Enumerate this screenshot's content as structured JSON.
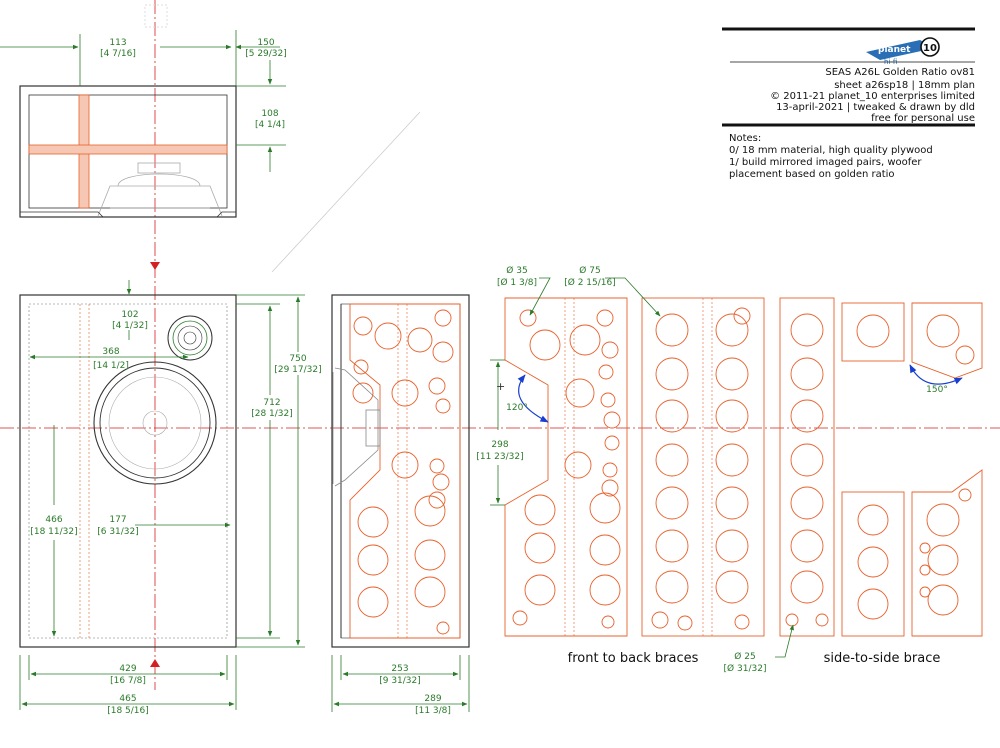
{
  "title_block": {
    "logo_top": "planet",
    "logo_num": "10",
    "logo_sub": "hi-fi",
    "line1": "SEAS A26L Golden Ratio ov81",
    "line2": "sheet a26sp18 | 18mm plan",
    "line3": "© 2011-21 planet_10 enterprises limited",
    "line4": "13-april-2021 | tweaked & drawn by dld",
    "line5": "free for personal use"
  },
  "notes": {
    "heading": "Notes:",
    "n0": "0/ 18 mm material, high quality plywood",
    "n1": "1/ build mirrored imaged pairs, woofer",
    "n2": "placement based on golden ratio"
  },
  "dims": {
    "d113": "113",
    "d113i": "[4 7/16]",
    "d150": "150",
    "d150i": "[5 29/32]",
    "d108": "108",
    "d108i": "[4 1/4]",
    "d102": "102",
    "d102i": "[4 1/32]",
    "d368": "368",
    "d368i": "[14 1/2]",
    "d750": "750",
    "d750i": "[29 17/32]",
    "d712": "712",
    "d712i": "[28 1/32]",
    "d466": "466",
    "d466i": "[18 11/32]",
    "d177": "177",
    "d177i": "[6 31/32]",
    "d429": "429",
    "d429i": "[16 7/8]",
    "d465": "465",
    "d465i": "[18 5/16]",
    "d253": "253",
    "d253i": "[9 31/32]",
    "d289": "289",
    "d289i": "[11 3/8]",
    "d298": "298",
    "d298i": "[11 23/32]",
    "dia35": "Ø 35",
    "dia35i": "[Ø 1 3/8]",
    "dia75": "Ø 75",
    "dia75i": "[Ø 2 15/16]",
    "dia25": "Ø 25",
    "dia25i": "[Ø 31/32]",
    "a120": "120°",
    "a150": "150°"
  },
  "captions": {
    "front_back": "front to back braces",
    "side_side": "side-to-side brace"
  },
  "colors": {
    "outline": "#333333",
    "brace": "#e8602c",
    "dimension": "#2a7a2a",
    "centerline": "#d42020",
    "angle": "#1a3fd0"
  }
}
